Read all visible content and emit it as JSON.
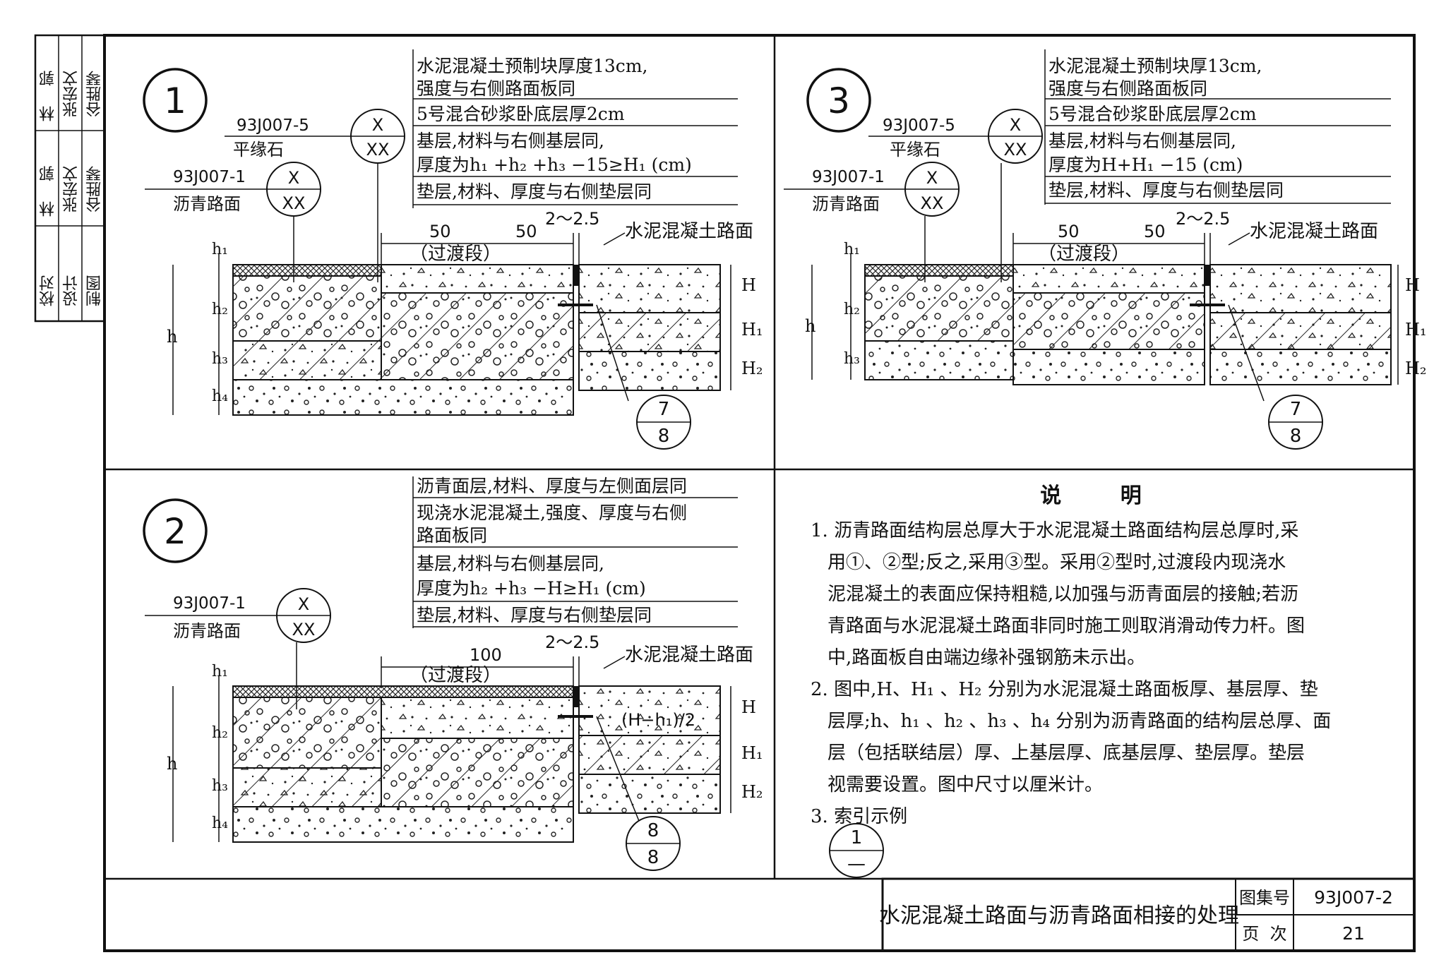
{
  "side_block": {
    "row1": [
      "郭",
      "林"
    ],
    "row1b": [
      "张宏文",
      "谷胜琴"
    ],
    "row2": [
      "郭",
      "林"
    ],
    "row2b": [
      "张宏文",
      "谷胜琴"
    ],
    "roles": [
      "校对",
      "设计",
      "制图"
    ]
  },
  "detail1": {
    "num": "1",
    "ref_pingyuanshi_code": "93J007-5",
    "ref_pingyuanshi_label": "平缘石",
    "ref_liqing_code": "93J007-1",
    "ref_liqing_label": "沥青路面",
    "ref_x": "X",
    "ref_xx": "XX",
    "notes": [
      "水泥混凝土预制块厚度13cm,",
      "强度与右侧路面板同",
      "5号混合砂浆卧底层厚2cm",
      "基层,材料与右侧基层同,",
      "厚度为h₁ +h₂ +h₃ −15≥H₁  (cm)",
      "垫层,材料、厚度与右侧垫层同"
    ],
    "dim_50a": "50",
    "dim_50b": "50",
    "dim_gap": "2～2.5",
    "transition": "（过渡段）",
    "concrete_label": "水泥混凝土路面",
    "h_labels": [
      "h₁",
      "h₂",
      "h",
      "h₃",
      "h₄"
    ],
    "H_labels": [
      "H",
      "H₁",
      "H₂"
    ],
    "bubble_top": "7",
    "bubble_bottom": "8"
  },
  "detail3": {
    "num": "3",
    "ref_pingyuanshi_code": "93J007-5",
    "ref_pingyuanshi_label": "平缘石",
    "ref_liqing_code": "93J007-1",
    "ref_liqing_label": "沥青路面",
    "ref_x": "X",
    "ref_xx": "XX",
    "notes": [
      "水泥混凝土预制块厚13cm,",
      "强度与右侧路面板同",
      "5号混合砂浆卧底层厚2cm",
      "基层,材料与右侧基层同,",
      "厚度为H+H₁ −15 (cm)",
      "垫层,材料、厚度与右侧垫层同"
    ],
    "dim_50a": "50",
    "dim_50b": "50",
    "dim_gap": "2～2.5",
    "transition": "（过渡段）",
    "concrete_label": "水泥混凝土路面",
    "h_labels": [
      "h₁",
      "h₂",
      "h",
      "h₃"
    ],
    "H_labels": [
      "H",
      "H₁",
      "H₂"
    ],
    "bubble_top": "7",
    "bubble_bottom": "8"
  },
  "detail2": {
    "num": "2",
    "ref_liqing_code": "93J007-1",
    "ref_liqing_label": "沥青路面",
    "ref_x": "X",
    "ref_xx": "XX",
    "notes": [
      "沥青面层,材料、厚度与左侧面层同",
      "现浇水泥混凝土,强度、厚度与右侧",
      "路面板同",
      "基层,材料与右侧基层同,",
      "厚度为h₂ +h₃ −H≥H₁  (cm)",
      "垫层,材料、厚度与右侧垫层同"
    ],
    "dim_100": "100",
    "dim_gap": "2～2.5",
    "transition": "（过渡段）",
    "concrete_label": "水泥混凝土路面",
    "half_label": "(H−h₁)/2",
    "h_labels": [
      "h₁",
      "h₂",
      "h",
      "h₃",
      "h₄"
    ],
    "H_labels": [
      "H",
      "H₁",
      "H₂"
    ],
    "bubble_top": "8",
    "bubble_bottom": "8"
  },
  "notes_panel": {
    "title": "说        明",
    "items": [
      "1. 沥青路面结构层总厚大于水泥混凝土路面结构层总厚时,采",
      "用①、②型;反之,采用③型。采用②型时,过渡段内现浇水",
      "泥混凝土的表面应保持粗糙,以加强与沥青面层的接触;若沥",
      "青路面与水泥混凝土路面非同时施工则取消滑动传力杆。图",
      "中,路面板自由端边缘补强钢筋未示出。",
      "2. 图中,H、H₁ 、H₂ 分别为水泥混凝土路面板厚、基层厚、垫",
      "层厚;h、h₁ 、h₂ 、h₃ 、h₄ 分别为沥青路面的结构层总厚、面",
      "层（包括联结层）厚、上基层厚、底基层厚、垫层厚。垫层",
      "视需要设置。图中尺寸以厘米计。",
      "3. 索引示例"
    ],
    "example_top": "1",
    "example_bottom": "—"
  },
  "title_block": {
    "title": "水泥混凝土路面与沥青路面相接的处理",
    "atlas_label": "图集号",
    "atlas_value": "93J007-2",
    "page_label": "页  次",
    "page_value": "21"
  }
}
